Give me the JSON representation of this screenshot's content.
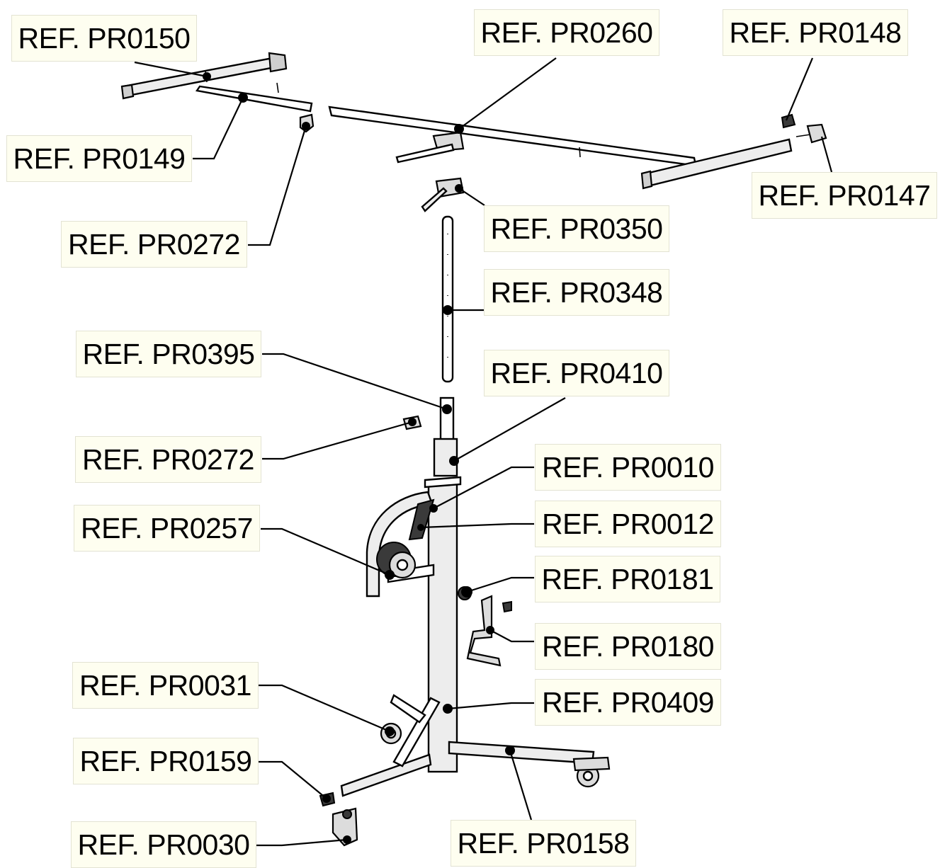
{
  "labels": [
    {
      "id": "pr0150_top",
      "text": "REF. PR0150"
    },
    {
      "id": "pr0260",
      "text": "REF. PR0260"
    },
    {
      "id": "pr0148",
      "text": "REF. PR0148"
    },
    {
      "id": "pr0149",
      "text": "REF. PR0149"
    },
    {
      "id": "pr0147",
      "text": "REF. PR0147"
    },
    {
      "id": "pr0272_top",
      "text": "REF. PR0272"
    },
    {
      "id": "pr0350",
      "text": "REF. PR0350"
    },
    {
      "id": "pr0348",
      "text": "REF. PR0348"
    },
    {
      "id": "pr0395",
      "text": "REF. PR0395"
    },
    {
      "id": "pr0410",
      "text": "REF. PR0410"
    },
    {
      "id": "pr0272_mid",
      "text": "REF. PR0272"
    },
    {
      "id": "pr0010",
      "text": "REF. PR0010"
    },
    {
      "id": "pr0257",
      "text": "REF. PR0257"
    },
    {
      "id": "pr0012",
      "text": "REF. PR0012"
    },
    {
      "id": "pr0181",
      "text": "REF. PR0181"
    },
    {
      "id": "pr0180",
      "text": "REF. PR0180"
    },
    {
      "id": "pr0031",
      "text": "REF. PR0031"
    },
    {
      "id": "pr0409",
      "text": "REF. PR0409"
    },
    {
      "id": "pr0159",
      "text": "REF. PR0159"
    },
    {
      "id": "pr0030",
      "text": "REF. PR0030"
    },
    {
      "id": "pr0158",
      "text": "REF. PR0158"
    }
  ]
}
